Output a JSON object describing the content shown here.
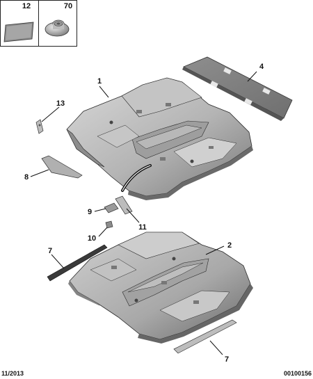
{
  "legend_boxes": [
    {
      "part_no": "12",
      "icon": "foam-pad-icon"
    },
    {
      "part_no": "70",
      "icon": "nut-icon"
    }
  ],
  "callouts": {
    "c1": "1",
    "c2": "2",
    "c4": "4",
    "c7a": "7",
    "c7b": "7",
    "c8": "8",
    "c9": "9",
    "c10": "10",
    "c11": "11",
    "c13": "13"
  },
  "footer": {
    "date": "11/2013",
    "reference": "00100156"
  },
  "colors": {
    "panel_light": "#cfcfcf",
    "panel_mid": "#9c9c9c",
    "panel_dark": "#5e5e5e",
    "mat": "#8a8a8a",
    "cable": "#111111"
  }
}
